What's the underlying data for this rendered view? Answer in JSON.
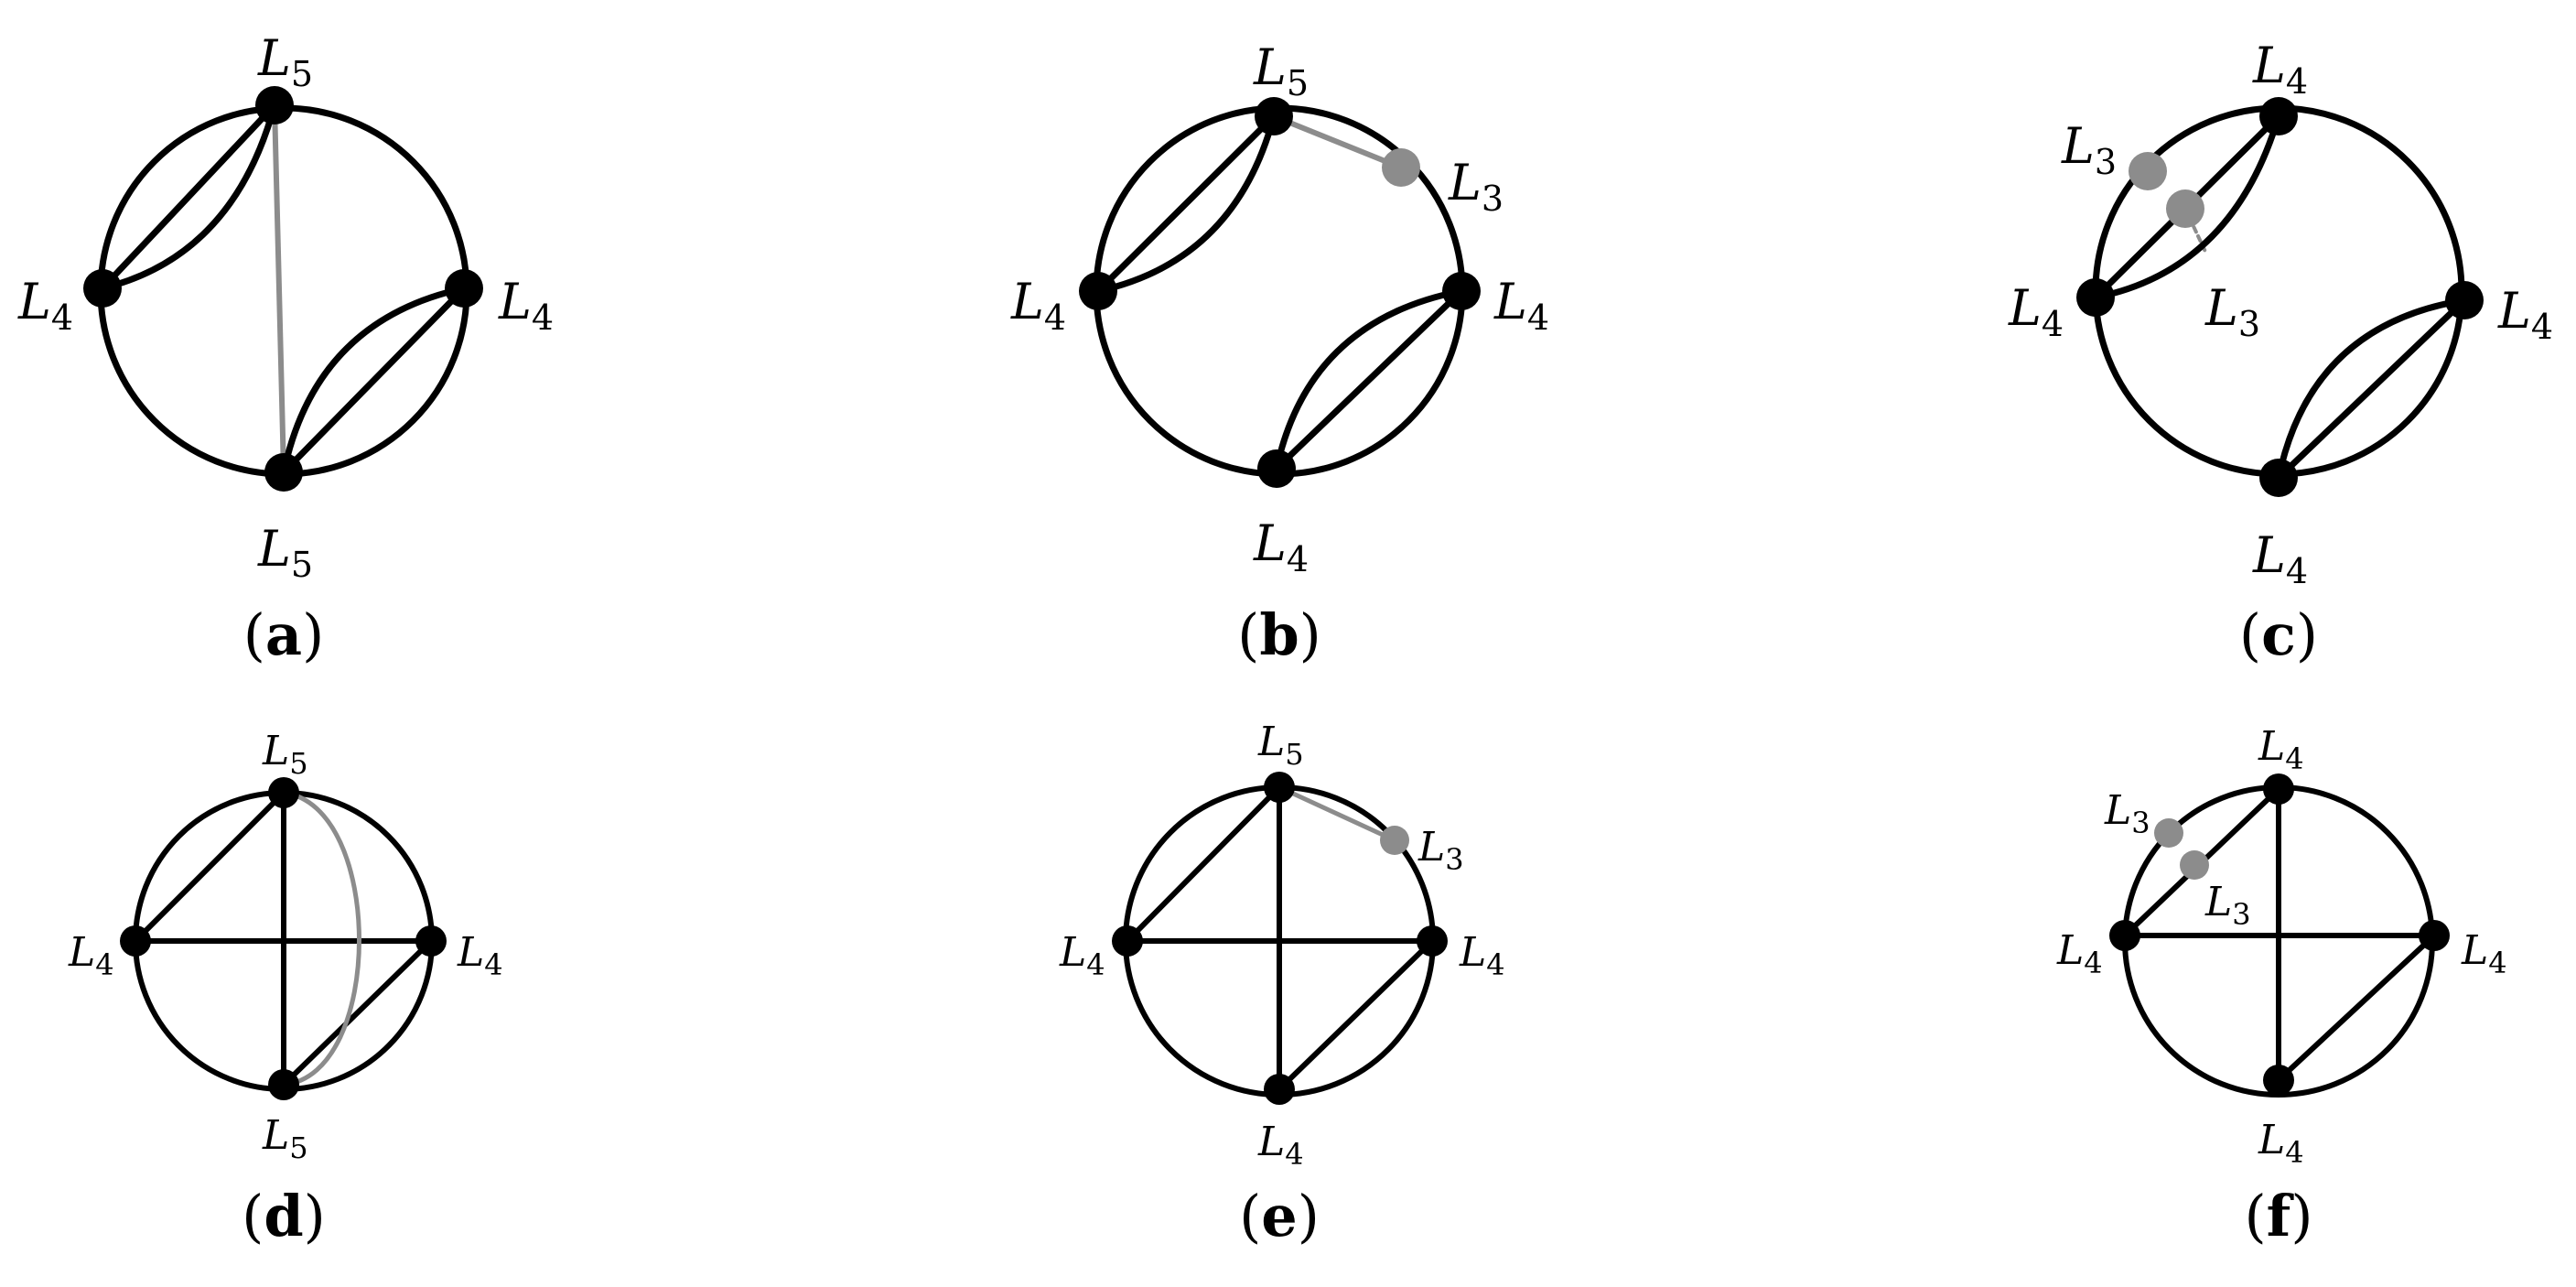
{
  "colors": {
    "edge": "#000000",
    "special_edge": "#8c8c8c",
    "node": "#000000",
    "special_node": "#8c8c8c"
  },
  "panels": [
    {
      "id": "a",
      "caption": "a",
      "nodes": [
        {
          "id": "top",
          "label": "L",
          "sub": "5"
        },
        {
          "id": "left",
          "label": "L",
          "sub": "4"
        },
        {
          "id": "right",
          "label": "L",
          "sub": "4"
        },
        {
          "id": "bottom",
          "label": "L",
          "sub": "5"
        }
      ]
    },
    {
      "id": "b",
      "caption": "b",
      "nodes": [
        {
          "id": "top",
          "label": "L",
          "sub": "5"
        },
        {
          "id": "extra",
          "label": "L",
          "sub": "3"
        },
        {
          "id": "left",
          "label": "L",
          "sub": "4"
        },
        {
          "id": "right",
          "label": "L",
          "sub": "4"
        },
        {
          "id": "bottom",
          "label": "L",
          "sub": "4"
        }
      ]
    },
    {
      "id": "c",
      "caption": "c",
      "nodes": [
        {
          "id": "top",
          "label": "L",
          "sub": "4"
        },
        {
          "id": "extra1",
          "label": "L",
          "sub": "3"
        },
        {
          "id": "extra2",
          "label": "L",
          "sub": "3"
        },
        {
          "id": "left",
          "label": "L",
          "sub": "4"
        },
        {
          "id": "right",
          "label": "L",
          "sub": "4"
        },
        {
          "id": "bottom",
          "label": "L",
          "sub": "4"
        }
      ]
    },
    {
      "id": "d",
      "caption": "d",
      "nodes": [
        {
          "id": "top",
          "label": "L",
          "sub": "5"
        },
        {
          "id": "left",
          "label": "L",
          "sub": "4"
        },
        {
          "id": "right",
          "label": "L",
          "sub": "4"
        },
        {
          "id": "bottom",
          "label": "L",
          "sub": "5"
        }
      ]
    },
    {
      "id": "e",
      "caption": "e",
      "nodes": [
        {
          "id": "top",
          "label": "L",
          "sub": "5"
        },
        {
          "id": "extra",
          "label": "L",
          "sub": "3"
        },
        {
          "id": "left",
          "label": "L",
          "sub": "4"
        },
        {
          "id": "right",
          "label": "L",
          "sub": "4"
        },
        {
          "id": "bottom",
          "label": "L",
          "sub": "4"
        }
      ]
    },
    {
      "id": "f",
      "caption": "f",
      "nodes": [
        {
          "id": "top",
          "label": "L",
          "sub": "4"
        },
        {
          "id": "extra1",
          "label": "L",
          "sub": "3"
        },
        {
          "id": "extra2",
          "label": "L",
          "sub": "3"
        },
        {
          "id": "left",
          "label": "L",
          "sub": "4"
        },
        {
          "id": "right",
          "label": "L",
          "sub": "4"
        },
        {
          "id": "bottom",
          "label": "L",
          "sub": "4"
        }
      ]
    }
  ]
}
